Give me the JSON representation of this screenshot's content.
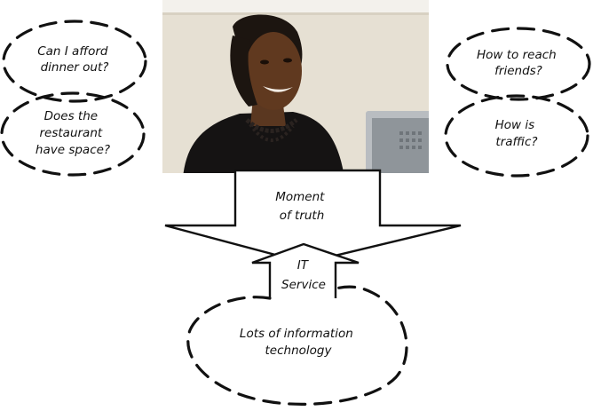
{
  "photo": {
    "subject": "smiling woman seated at a computer monitor",
    "colors": {
      "wall": "#e8e2d6",
      "top_band": "#f4f2ee",
      "hair": "#1c1510",
      "skin": "#5e3a22",
      "clothing": "#141212",
      "monitor": "#b6babe"
    }
  },
  "clouds": {
    "afford": [
      "Can I afford",
      "dinner out?"
    ],
    "restaurant": [
      "Does the",
      "restaurant",
      "have space?"
    ],
    "reach": [
      "How to reach",
      "friends?"
    ],
    "traffic": [
      "How is",
      "traffic?"
    ],
    "it": [
      "Lots of information",
      "technology"
    ]
  },
  "arrows": {
    "moment": [
      "Moment",
      "of truth"
    ],
    "service": [
      "IT",
      "Service"
    ]
  }
}
